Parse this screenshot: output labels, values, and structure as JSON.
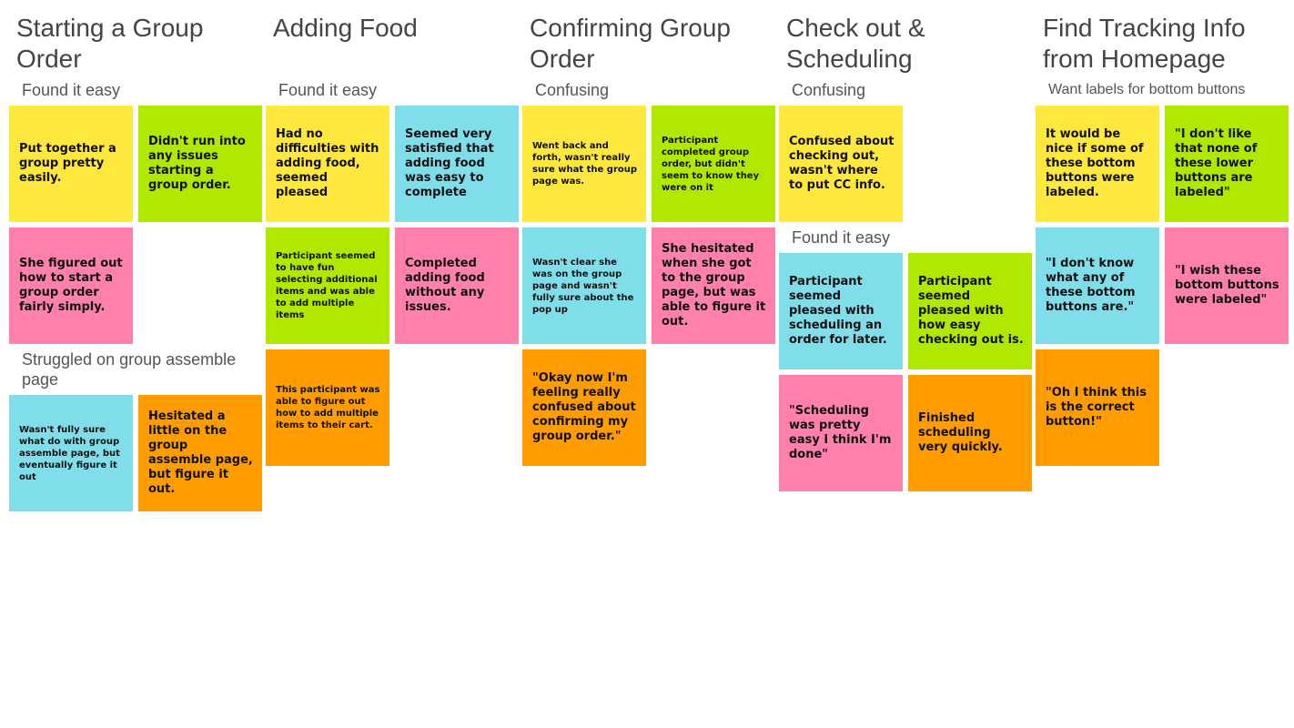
{
  "columns": [
    {
      "title": "Starting a Group Order",
      "groups": [
        "Found it easy",
        "Struggled on group assemble page"
      ]
    },
    {
      "title": "Adding Food",
      "groups": [
        "Found it easy"
      ]
    },
    {
      "title": "Confirming Group Order",
      "groups": [
        "Confusing"
      ]
    },
    {
      "title": "Check out & Scheduling",
      "groups": [
        "Confusing",
        "Found it easy"
      ]
    },
    {
      "title": "Find Tracking Info from Homepage",
      "groups": [
        "Want labels for bottom buttons"
      ]
    }
  ],
  "colors": {
    "yellow": "#ffe83d",
    "green": "#b0e800",
    "pink": "#ff80aa",
    "cyan": "#80deea",
    "orange": "#ff9c00"
  },
  "notes": [
    {
      "color": "yellow",
      "size": "large",
      "text": "Put together a group pretty easily."
    },
    {
      "color": "green",
      "size": "large",
      "text": "Didn't run into any issues starting a group order."
    },
    {
      "color": "pink",
      "size": "large",
      "text": "She figured out how to start a group order fairly simply."
    },
    {
      "color": "cyan",
      "size": "small",
      "text": "Wasn't fully sure what do with group assemble page, but eventually figure it out"
    },
    {
      "color": "orange",
      "size": "large",
      "text": "Hesitated a little on the group assemble page, but figure it out."
    },
    {
      "color": "yellow",
      "size": "large",
      "text": "Had no difficulties with adding food, seemed pleased"
    },
    {
      "color": "cyan",
      "size": "large",
      "text": "Seemed very satisfied that adding food was easy to complete"
    },
    {
      "color": "green",
      "size": "small",
      "text": "Participant seemed to have fun selecting additional items and was able to add multiple items"
    },
    {
      "color": "pink",
      "size": "large",
      "text": "Completed adding food without any issues."
    },
    {
      "color": "orange",
      "size": "small",
      "text": "This participant was able to figure out how to add multiple items to their cart."
    },
    {
      "color": "yellow",
      "size": "small",
      "text": "Went back and forth, wasn't really sure what the group page was."
    },
    {
      "color": "green",
      "size": "small",
      "text": "Participant completed group order, but didn't seem to know they were on it"
    },
    {
      "color": "cyan",
      "size": "small",
      "text": "Wasn't clear she was on the group page and wasn't fully sure about the pop up"
    },
    {
      "color": "pink",
      "size": "large",
      "text": "She hesitated when she got to the group page, but was able to figure it out."
    },
    {
      "color": "orange",
      "size": "large",
      "text": "\"Okay now I'm feeling really confused about confirming my group order.\""
    },
    {
      "color": "yellow",
      "size": "large",
      "text": "Confused about checking out, wasn't where to put CC info."
    },
    {
      "color": "cyan",
      "size": "large",
      "text": "Participant seemed pleased with scheduling an order for later."
    },
    {
      "color": "green",
      "size": "large",
      "text": "Participant seemed pleased with how easy checking out is."
    },
    {
      "color": "pink",
      "size": "large",
      "text": "\"Scheduling was pretty easy I think I'm done\""
    },
    {
      "color": "orange",
      "size": "large",
      "text": "Finished scheduling very quickly."
    },
    {
      "color": "yellow",
      "size": "large",
      "text": "It would be nice if some of these bottom buttons were labeled."
    },
    {
      "color": "green",
      "size": "large",
      "text": "\"I don't like that none of these lower buttons are labeled\""
    },
    {
      "color": "cyan",
      "size": "large",
      "text": "\"I don't know what any of these bottom buttons are.\""
    },
    {
      "color": "pink",
      "size": "large",
      "text": "\"I wish these bottom buttons were labeled\""
    },
    {
      "color": "orange",
      "size": "large",
      "text": "\"Oh I think this is the correct button!\""
    }
  ]
}
